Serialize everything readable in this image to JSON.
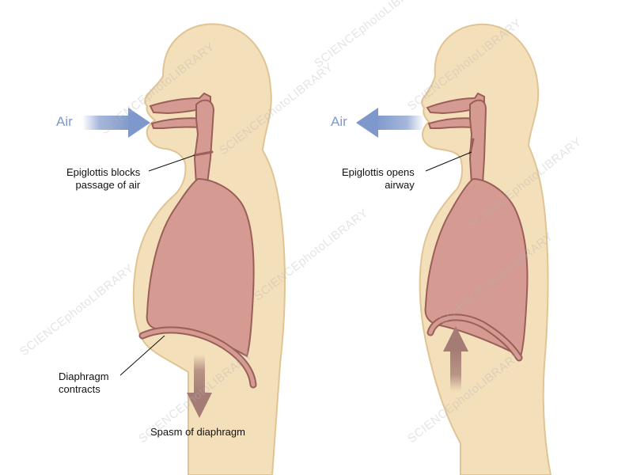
{
  "colors": {
    "skin": "#f3dfba",
    "skin_edge": "#e0c493",
    "organ": "#d59a91",
    "organ_edge": "#9a5f58",
    "air_arrow": "#7f98cb",
    "muscle_arrow": "#a57c75",
    "text": "#111111"
  },
  "left_panel": {
    "air_label": "Air",
    "air_direction": "inhale",
    "epiglottis_label_line1": "Epiglottis blocks",
    "epiglottis_label_line2": "passage of air",
    "diaphragm_label_line1": "Diaphragm",
    "diaphragm_label_line2": "contracts",
    "diaphragm_arrow_direction": "down",
    "caption": "Spasm of diaphragm"
  },
  "right_panel": {
    "air_label": "Air",
    "air_direction": "exhale",
    "epiglottis_label_line1": "Epiglottis opens",
    "epiglottis_label_line2": "airway",
    "diaphragm_arrow_direction": "up"
  },
  "watermark": {
    "text": "SCIENCEphotoLIBRARY"
  }
}
